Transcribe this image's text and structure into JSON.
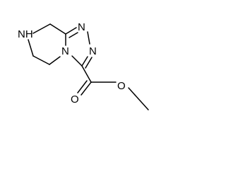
{
  "molecule": {
    "atom_labels": {
      "nh": "NH",
      "n_top": "N",
      "n_right": "N",
      "n_fused": "N",
      "o_carbonyl": "O",
      "o_ester": "O"
    },
    "colors": {
      "bond": "#000000",
      "text": "#000000",
      "background": "#ffffff"
    }
  }
}
